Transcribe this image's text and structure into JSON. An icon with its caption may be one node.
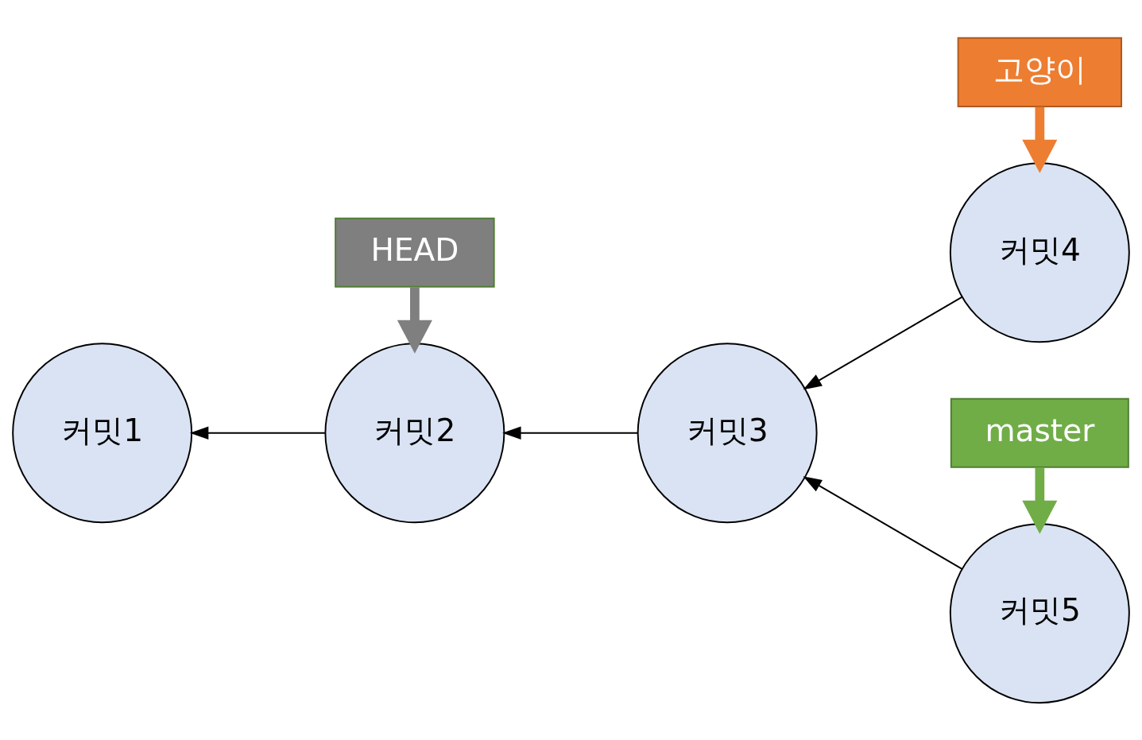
{
  "diagram": {
    "nodes": [
      {
        "text": [
          "고양이"
        ]
      },
      {
        "text": [
          "커밋4"
        ]
      },
      {
        "text": [
          "커밋1"
        ]
      },
      {
        "text": [
          "커밋2"
        ]
      },
      {
        "text": [
          "커밋3"
        ]
      },
      {
        "text": [
          "커밋5"
        ]
      },
      {
        "text": [
          "HEAD"
        ]
      },
      {
        "text": [
          "master"
        ]
      }
    ],
    "edges": [
      {
        "from": 1,
        "to": 4,
        "arrow": "to"
      },
      {
        "from": 3,
        "to": 2,
        "arrow": "to"
      },
      {
        "from": 4,
        "to": 3,
        "arrow": "to"
      },
      {
        "from": 5,
        "to": 4,
        "arrow": "to"
      },
      {
        "from": 0,
        "to": 1,
        "arrow": "to",
        "style": "thick",
        "color": "#ed7d31"
      },
      {
        "from": 6,
        "to": 3,
        "arrow": "to",
        "style": "thick",
        "color": "#7f7f7f"
      },
      {
        "from": 7,
        "to": 5,
        "arrow": "to",
        "style": "thick",
        "color": "#70ad47"
      }
    ]
  }
}
